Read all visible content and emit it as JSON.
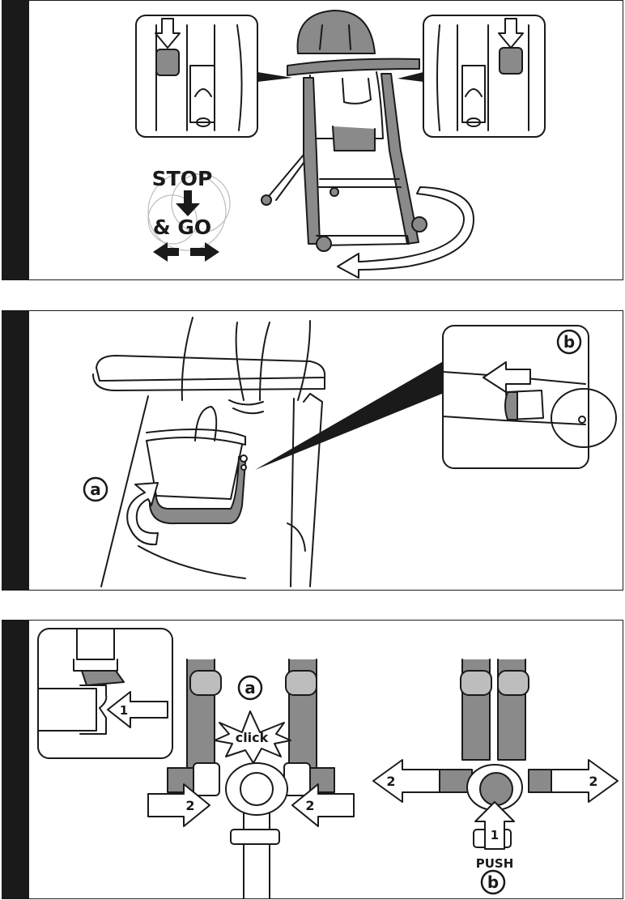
{
  "panel1": {
    "stop_text": "STOP",
    "go_text": "& GO"
  },
  "panel2": {
    "label_a": "a",
    "label_b": "b"
  },
  "panel3": {
    "label_a": "a",
    "label_b": "b",
    "click_text": "click",
    "push_text": "PUSH",
    "step1": "1",
    "step2": "2"
  }
}
